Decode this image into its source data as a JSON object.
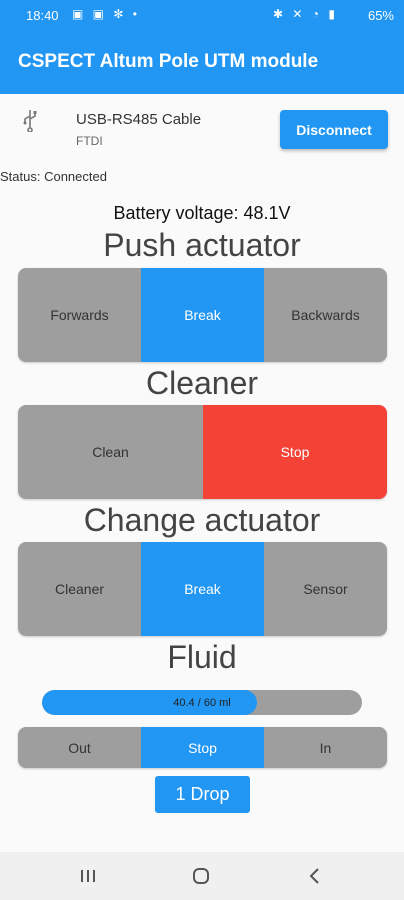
{
  "status_bar": {
    "time": "18:40",
    "left_icons": "▣ ▣ ✻ •",
    "right_icons": "✱ ✕ ◔ ▮",
    "battery": "65%"
  },
  "app_bar": {
    "title": "CSPECT Altum Pole UTM module"
  },
  "device": {
    "name": "USB-RS485 Cable",
    "manufacturer": "FTDI",
    "disconnect_label": "Disconnect"
  },
  "status": "Status: Connected",
  "battery_voltage": "Battery voltage: 48.1V",
  "push_actuator": {
    "title": "Push actuator",
    "options": [
      "Forwards",
      "Break",
      "Backwards"
    ],
    "selected": "Break"
  },
  "cleaner": {
    "title": "Cleaner",
    "options": [
      "Clean",
      "Stop"
    ],
    "selected": "Stop"
  },
  "change_actuator": {
    "title": "Change actuator",
    "options": [
      "Cleaner",
      "Break",
      "Sensor"
    ],
    "selected": "Break"
  },
  "fluid": {
    "title": "Fluid",
    "progress_label": "40.4 / 60 ml",
    "current": 40.4,
    "max": 60,
    "options": [
      "Out",
      "Stop",
      "In"
    ],
    "selected": "Stop",
    "drop_label": "1 Drop"
  },
  "colors": {
    "accent": "#2196f3",
    "stop_red": "#f44336",
    "inactive": "#9e9e9e"
  }
}
